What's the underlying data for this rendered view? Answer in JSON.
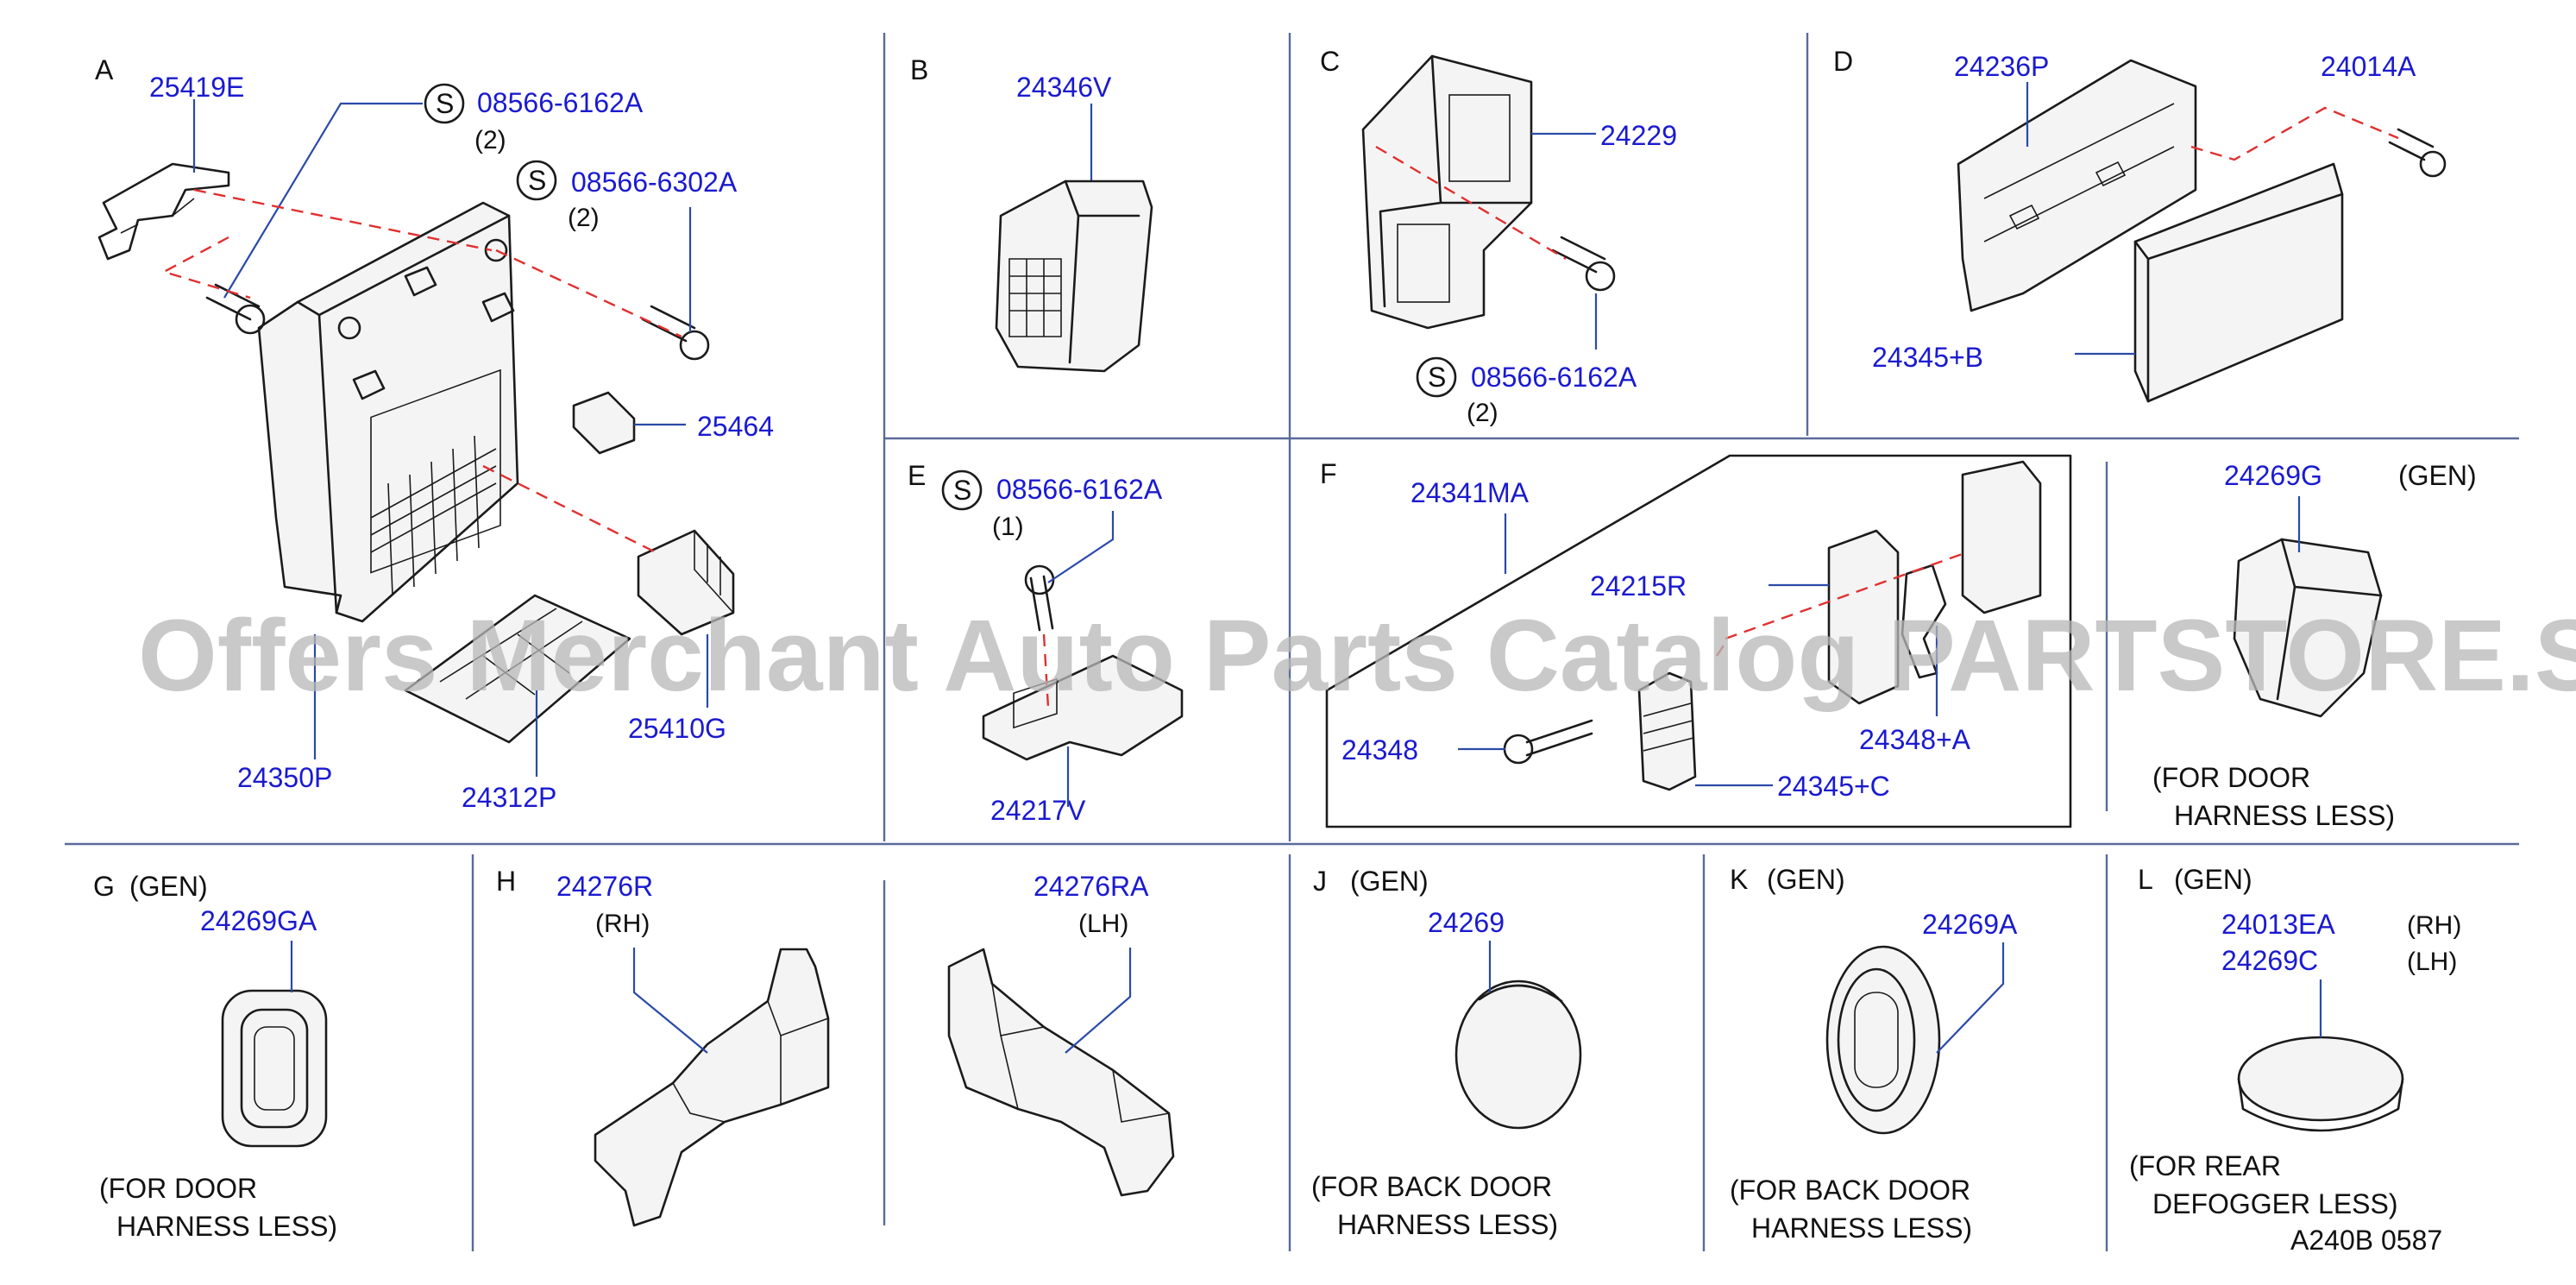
{
  "watermark": "Offers Merchant Auto Parts Catalog PARTSTORE.SA",
  "footer_code": "A240B  0587",
  "panels": {
    "A": {
      "letter": "A",
      "parts": [
        "25419E",
        "08566-6162A",
        "08566-6302A",
        "25464",
        "25410G",
        "24312P",
        "24350P"
      ],
      "qty": [
        "(2)",
        "(2)"
      ],
      "s_mark": "S"
    },
    "B": {
      "letter": "B",
      "parts": [
        "24346V"
      ]
    },
    "C": {
      "letter": "C",
      "parts": [
        "24229",
        "08566-6162A"
      ],
      "qty": [
        "(2)"
      ],
      "s_mark": "S"
    },
    "D": {
      "letter": "D",
      "parts": [
        "24236P",
        "24014A",
        "24345+B"
      ]
    },
    "E": {
      "letter": "E",
      "parts": [
        "08566-6162A",
        "24217V"
      ],
      "qty": [
        "(1)"
      ],
      "s_mark": "S"
    },
    "F": {
      "letter": "F",
      "parts": [
        "24341MA",
        "24215R",
        "24348",
        "24348+A",
        "24345+C"
      ]
    },
    "F2": {
      "parts": [
        "24269G"
      ],
      "gen": "(GEN)",
      "note": [
        "(FOR  DOOR",
        "HARNESS  LESS)"
      ]
    },
    "G": {
      "letter": "G",
      "gen": "(GEN)",
      "parts": [
        "24269GA"
      ],
      "note": [
        "(FOR  DOOR",
        "HARNESS  LESS)"
      ]
    },
    "H": {
      "letter": "H",
      "parts": [
        "24276R",
        "24276RA"
      ],
      "side": [
        "(RH)",
        "(LH)"
      ]
    },
    "J": {
      "letter": "J",
      "gen": "(GEN)",
      "parts": [
        "24269"
      ],
      "note": [
        "(FOR  BACK  DOOR",
        "HARNESS  LESS)"
      ]
    },
    "K": {
      "letter": "K",
      "gen": "(GEN)",
      "parts": [
        "24269A"
      ],
      "note": [
        "(FOR  BACK  DOOR",
        "HARNESS  LESS)"
      ]
    },
    "L": {
      "letter": "L",
      "gen": "(GEN)",
      "parts": [
        "24013EA",
        "24269C"
      ],
      "side": [
        "(RH)",
        "(LH)"
      ],
      "note": [
        "(FOR  REAR",
        "DEFOGGER  LESS)"
      ]
    }
  },
  "colors": {
    "part_number": "#1a1ad0",
    "leader": "#2a4aa8",
    "dashed": "#e03030",
    "divider": "#5a6a9a"
  }
}
